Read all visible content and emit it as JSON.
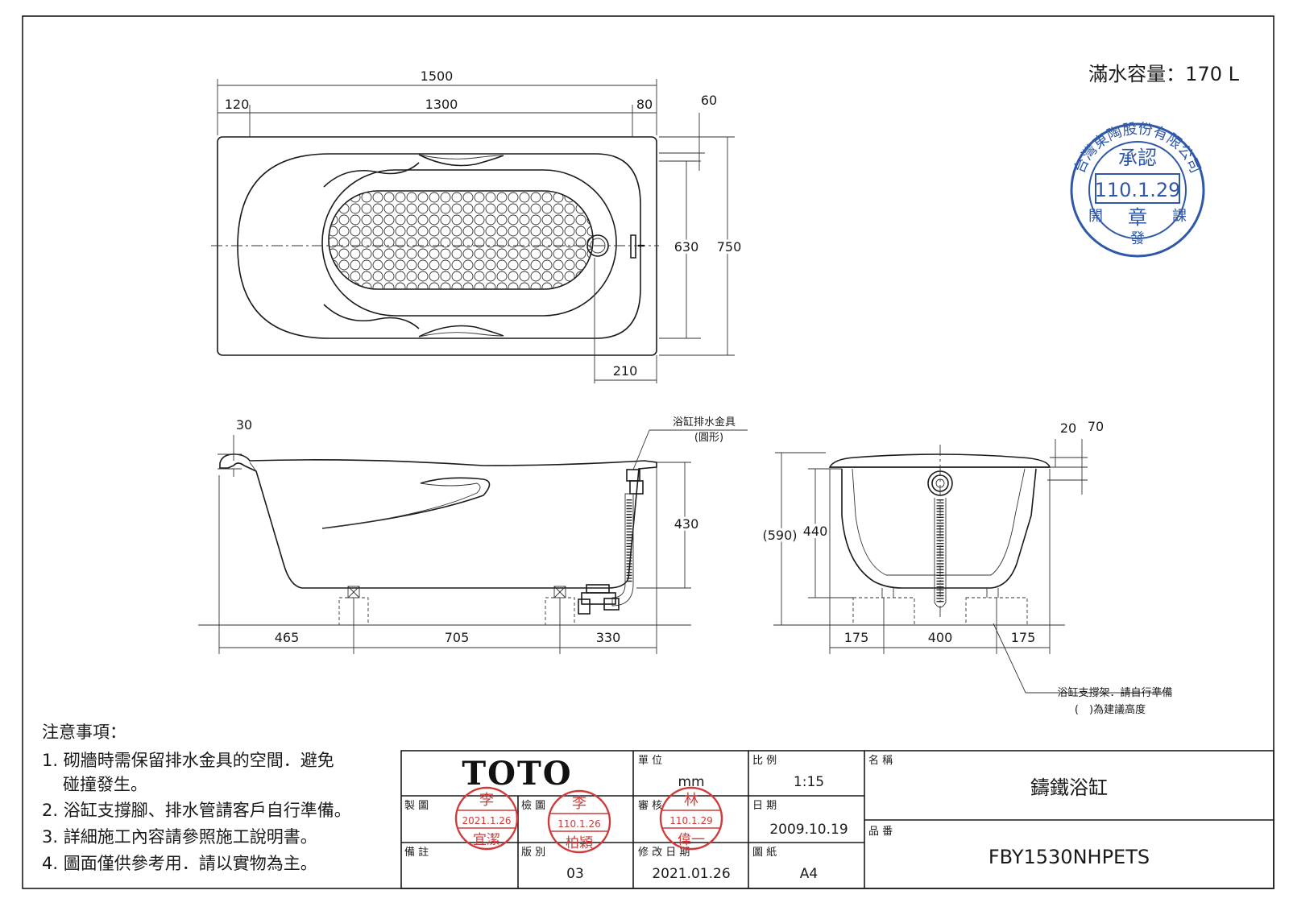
{
  "capacity": "滿水容量：170 L",
  "top_view": {
    "dims": {
      "overall_length": "1500",
      "left_rim": "120",
      "inner_length": "1300",
      "right_rim": "80",
      "drain_offset": "60",
      "inner_width": "630",
      "overall_width": "750",
      "drain_from_end": "210"
    }
  },
  "side_view": {
    "dims": {
      "rim_thickness": "30",
      "depth": "430",
      "support_left": "465",
      "support_middle": "705",
      "support_right": "330"
    },
    "drain_label": "浴缸排水金具",
    "drain_label_sub": "(圓形)"
  },
  "end_view": {
    "dims": {
      "rim_a": "20",
      "rim_b": "70",
      "total_height": "(590)",
      "inner_height": "440",
      "left": "175",
      "middle": "400",
      "right": "175"
    },
    "support_note": "浴缸支撐架．請自行準備",
    "bracket_note": "(　)為建議高度"
  },
  "notes": {
    "title": "注意事項：",
    "items": [
      "1. 砌牆時需保留排水金具的空間．避免",
      "碰撞發生。",
      "2. 浴缸支撐腳、排水管請客戶自行準備。",
      "3. 詳細施工內容請參照施工說明書。",
      "4. 圖面僅供參考用．請以實物為主。"
    ]
  },
  "approval_stamp": {
    "ring_text": "台灣東陶股份有限公司",
    "top": "承認",
    "date": "110.1.29",
    "left": "開",
    "center": "章",
    "center2": "發",
    "right": "課"
  },
  "title_block": {
    "logo": "TOTO",
    "unit_label": "單 位",
    "unit_value": "mm",
    "scale_label": "比 例",
    "scale_value": "1:15",
    "name_label": "名 稱",
    "name_value": "鑄鐵浴缸",
    "made_label": "製 圖",
    "check_label": "檢 圖",
    "review_label": "審 核",
    "date_label": "日 期",
    "date_value": "2009.10.19",
    "part_label": "品 番",
    "part_value": "FBY1530NHPETS",
    "remark_label": "備 註",
    "version_label": "版 別",
    "version_value": "03",
    "revise_label": "修 改 日 期",
    "revise_value": "2021.01.26",
    "paper_label": "圖 紙",
    "paper_value": "A4",
    "stamps": {
      "maker": {
        "name_top": "李",
        "date": "2021.1.26",
        "name_bottom": "宜潔"
      },
      "checker": {
        "name_top": "李",
        "date": "110.1.26",
        "name_bottom": "柏穎"
      },
      "reviewer": {
        "name_top": "林",
        "date": "110.1.29",
        "name_bottom": "偉一"
      }
    }
  }
}
